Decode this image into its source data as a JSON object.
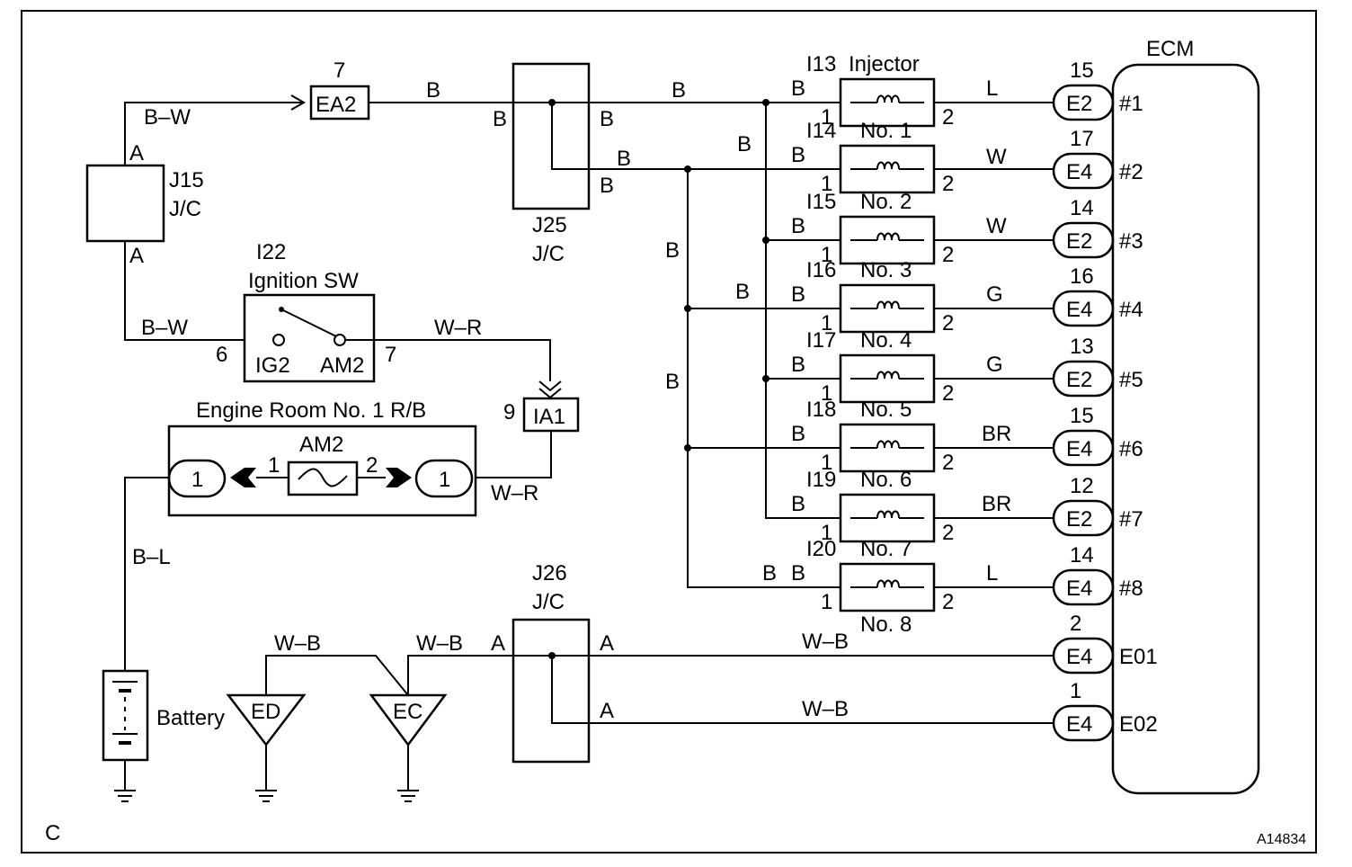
{
  "corner_label": "C",
  "figure_code": "A14834",
  "ecm": {
    "title": "ECM",
    "pins": [
      {
        "label": "#1",
        "connector": "E2",
        "pin": "15",
        "wire": "L"
      },
      {
        "label": "#2",
        "connector": "E4",
        "pin": "17",
        "wire": "W"
      },
      {
        "label": "#3",
        "connector": "E2",
        "pin": "14",
        "wire": "W"
      },
      {
        "label": "#4",
        "connector": "E4",
        "pin": "16",
        "wire": "G"
      },
      {
        "label": "#5",
        "connector": "E2",
        "pin": "13",
        "wire": "G"
      },
      {
        "label": "#6",
        "connector": "E4",
        "pin": "15",
        "wire": "BR"
      },
      {
        "label": "#7",
        "connector": "E2",
        "pin": "12",
        "wire": "BR"
      },
      {
        "label": "#8",
        "connector": "E4",
        "pin": "14",
        "wire": "L"
      },
      {
        "label": "E01",
        "connector": "E4",
        "pin": "2",
        "wire": "W–B"
      },
      {
        "label": "E02",
        "connector": "E4",
        "pin": "1",
        "wire": "W–B"
      }
    ]
  },
  "injectors": [
    {
      "id": "I13",
      "name": "Injector",
      "in_wire": "B",
      "pin1": "1",
      "pin2": "2"
    },
    {
      "id": "I14",
      "name": "No. 1",
      "in_wire": "B",
      "pin1": "1",
      "pin2": "2"
    },
    {
      "id": "I15",
      "name": "No. 2",
      "in_wire": "B",
      "pin1": "1",
      "pin2": "2"
    },
    {
      "id": "I16",
      "name": "No. 3",
      "in_wire": "B",
      "pin1": "1",
      "pin2": "2"
    },
    {
      "id": "I17",
      "name": "No. 4",
      "in_wire": "B",
      "pin1": "1",
      "pin2": "2"
    },
    {
      "id": "I18",
      "name": "No. 5",
      "in_wire": "B",
      "pin1": "1",
      "pin2": "2"
    },
    {
      "id": "I19",
      "name": "No. 6",
      "in_wire": "B",
      "pin1": "1",
      "pin2": "2"
    },
    {
      "id": "I20",
      "name": "No. 7",
      "in_wire": "B",
      "pin1": "1",
      "pin2": "2"
    }
  ],
  "injector_last_name": "No. 8",
  "bus_wires": {
    "b1": "B",
    "b2": "B",
    "b3": "B",
    "b4": "B",
    "b5": "B",
    "b6": "B",
    "b7": "B"
  },
  "j15": {
    "id": "J15",
    "type": "J/C",
    "pin_top": "A",
    "pin_bottom": "A",
    "wire_top": "B–W",
    "wire_bottom": "B–W"
  },
  "ea2": {
    "label": "EA2",
    "pin": "7",
    "wire_out": "B"
  },
  "j25": {
    "id": "J25",
    "type": "J/C",
    "pin_left": "B",
    "pin_right_top": "B",
    "pin_right_bottom": "B",
    "wire_top": "B",
    "wire_bottom": "B"
  },
  "ignition": {
    "id": "I22",
    "name": "Ignition SW",
    "pin_left": "6",
    "pin_right": "7",
    "term_left": "IG2",
    "term_right": "AM2",
    "wire_out": "W–R"
  },
  "ia1": {
    "label": "IA1",
    "pin": "9"
  },
  "relay_block": {
    "title": "Engine Room No. 1 R/B",
    "fuse": "AM2",
    "pin_left": "1",
    "pin_right": "2",
    "conn_left": "1",
    "conn_right": "1",
    "wire_out": "W–R"
  },
  "battery": {
    "label": "Battery",
    "wire": "B–L"
  },
  "grounds": [
    {
      "label": "ED"
    },
    {
      "label": "EC"
    }
  ],
  "ground_wires": {
    "ed_ec": "W–B",
    "ec_j26": "W–B"
  },
  "j26": {
    "id": "J26",
    "type": "J/C",
    "pin_left": "A",
    "pin_right_top": "A",
    "pin_right_bottom": "A"
  }
}
